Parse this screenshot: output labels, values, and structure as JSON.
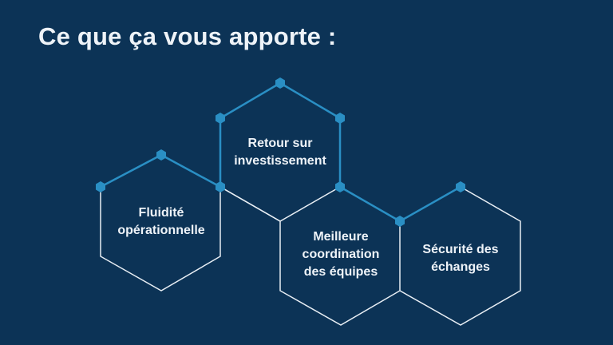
{
  "slide": {
    "title": "Ce que ça vous apporte :",
    "colors": {
      "background": "#0c3356",
      "accent": "#2a8fc4",
      "outline": "#e8eef4",
      "text": "#eef3f8"
    },
    "hexagons": [
      {
        "id": "roi",
        "label_lines": [
          "Retour sur",
          "investissement"
        ]
      },
      {
        "id": "fluidity",
        "label_lines": [
          "Fluidité",
          "opérationnelle"
        ]
      },
      {
        "id": "coordination",
        "label_lines": [
          "Meilleure",
          "coordination",
          "des équipes"
        ]
      },
      {
        "id": "security",
        "label_lines": [
          "Sécurité des",
          "échanges"
        ]
      }
    ]
  }
}
